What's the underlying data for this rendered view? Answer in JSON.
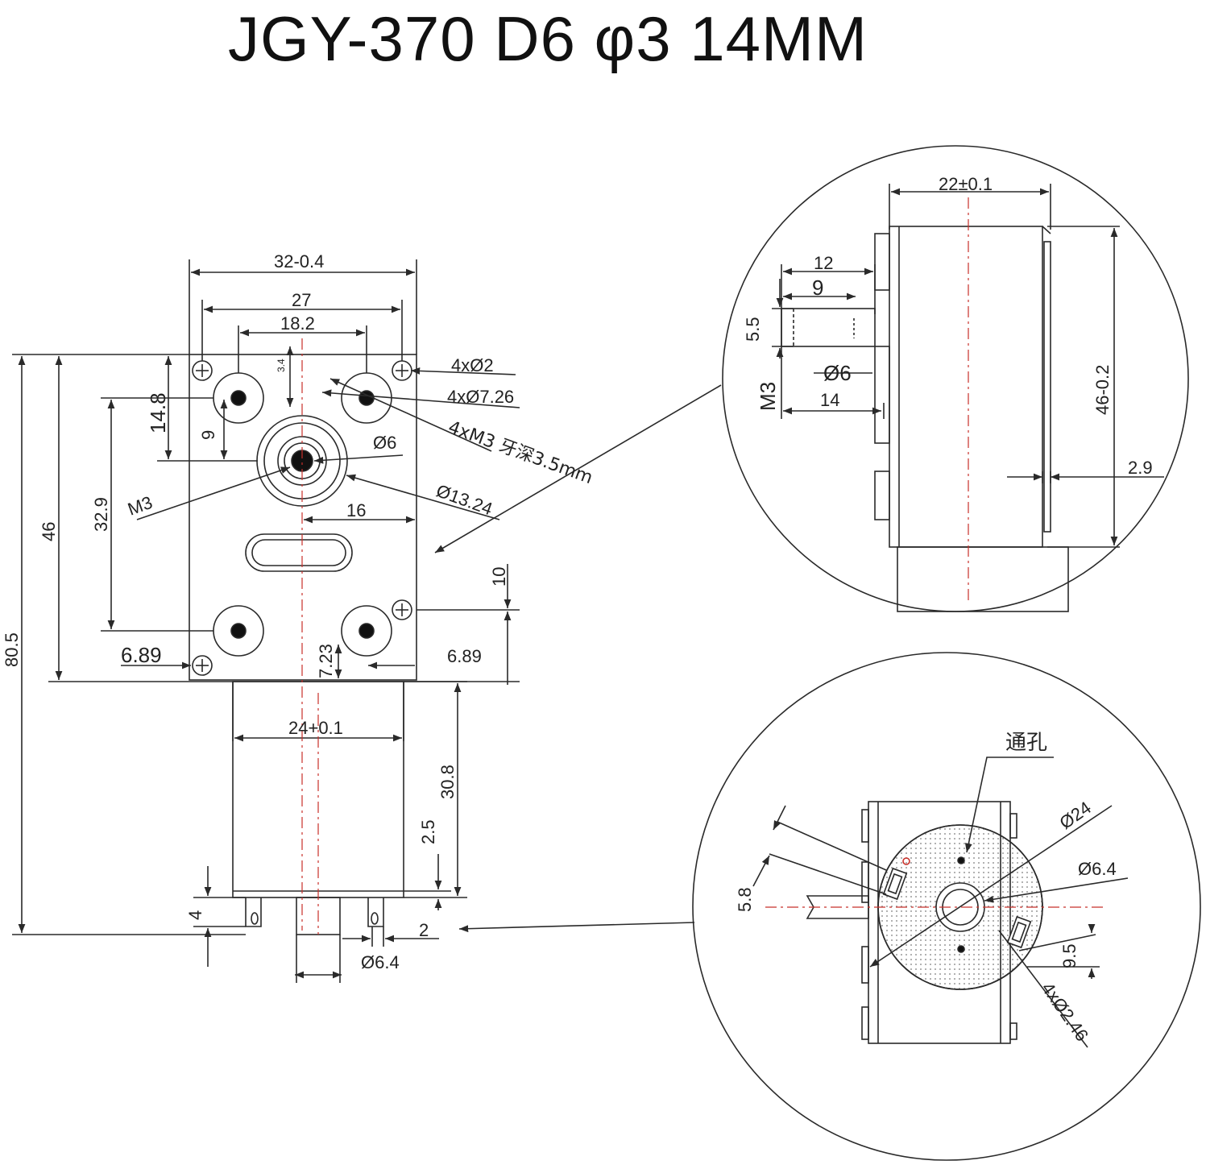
{
  "title": "JGY-370 D6 φ3 14MM",
  "colors": {
    "line": "#2a2a2a",
    "centerline": "#c8302a",
    "hatch": "#9a9a9a",
    "background": "#ffffff"
  },
  "front_view": {
    "width_total": "32-0.4",
    "width_holes_outer": "27",
    "width_holes_inner": "18.2",
    "small_offset": "3.4",
    "hole_small": "4xØ2",
    "hole_boss": "4xØ7.26",
    "thread": "4xM3 牙深3.5mm",
    "shaft": "Ø6",
    "hub": "Ø13.24",
    "shaft_thread": "M3",
    "height_14_8": "14.8",
    "height_9": "9",
    "height_32_9": "32.9",
    "height_46": "46",
    "height_80_5": "80.5",
    "width_16": "16",
    "height_10": "10",
    "left_6_89": "6.89",
    "right_6_89": "6.89",
    "height_7_23": "7.23"
  },
  "motor_view": {
    "width_24": "24+0.1",
    "height_30_8": "30.8",
    "height_2_5": "2.5",
    "height_4": "4",
    "height_2": "2",
    "boss": "Ø6.4"
  },
  "side_detail": {
    "width_22": "22±0.1",
    "len_12": "12",
    "len_9": "9",
    "height_5_5": "5.5",
    "shaft": "Ø6",
    "thread": "M3",
    "len_14": "14",
    "height_46": "46-0.2",
    "gap_2_9": "2.9"
  },
  "bottom_detail": {
    "through_hole": "通孔",
    "dia_24": "Ø24",
    "dia_6_4": "Ø6.4",
    "height_5_8": "5.8",
    "spacing_9_5": "9.5",
    "holes": "4xØ2.46"
  }
}
